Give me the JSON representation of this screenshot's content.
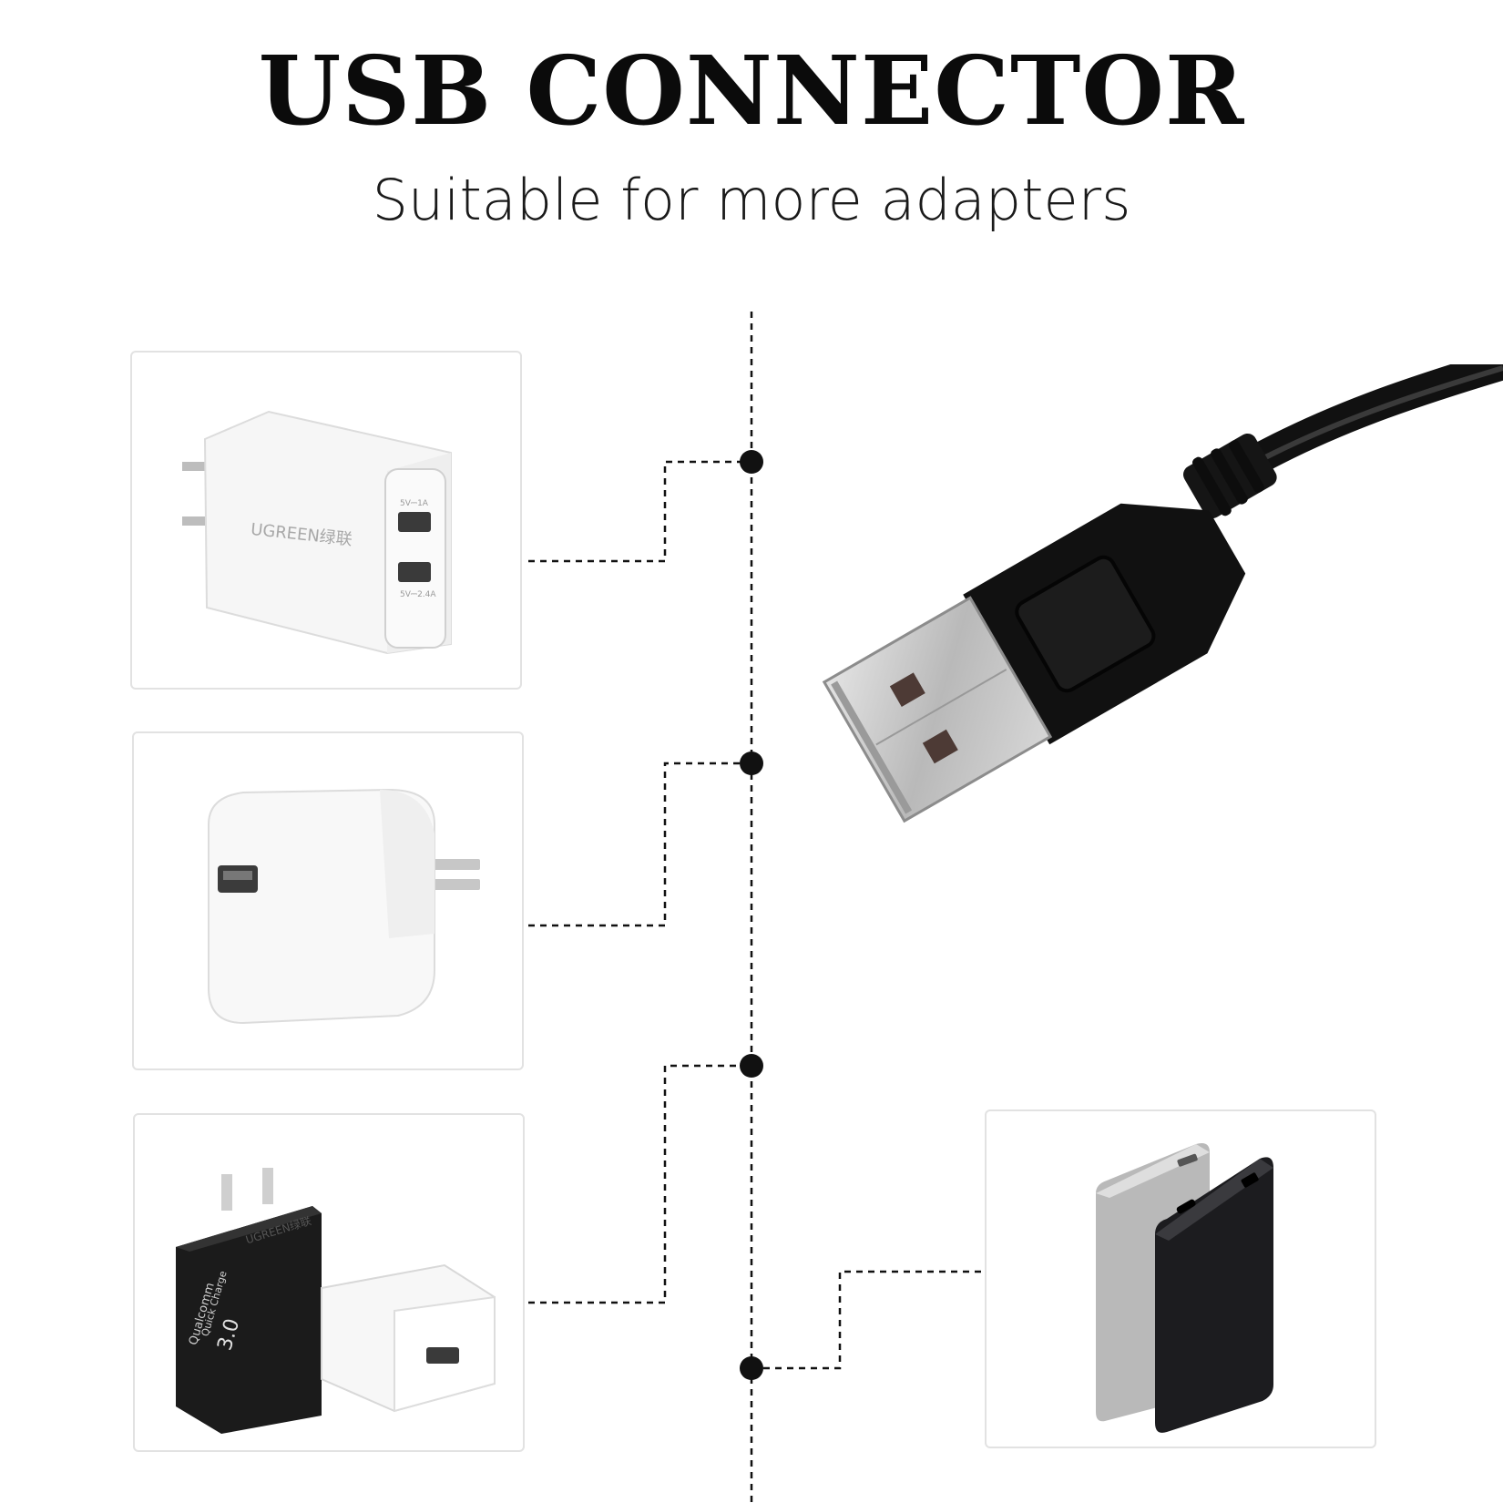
{
  "header": {
    "title": "USB CONNECTOR",
    "subtitle": "Suitable for more adapters"
  },
  "devices": [
    {
      "name": "dual-usb-wall-charger",
      "brand": "UGREEN绿联",
      "port_labels": [
        "5V⎓1A",
        "5V⎓2.4A"
      ]
    },
    {
      "name": "single-usb-wall-adapter"
    },
    {
      "name": "quick-charge-adapters",
      "brand": "UGREEN绿联",
      "qc_label_1": "Qualcomm",
      "qc_label_2": "Quick Charge",
      "qc_label_3": "3.0"
    },
    {
      "name": "power-banks"
    }
  ],
  "colors": {
    "line": "#111111",
    "card_border": "#e2e2e2",
    "plug_body": "#111111",
    "plug_metal": "#c9c9c9"
  }
}
